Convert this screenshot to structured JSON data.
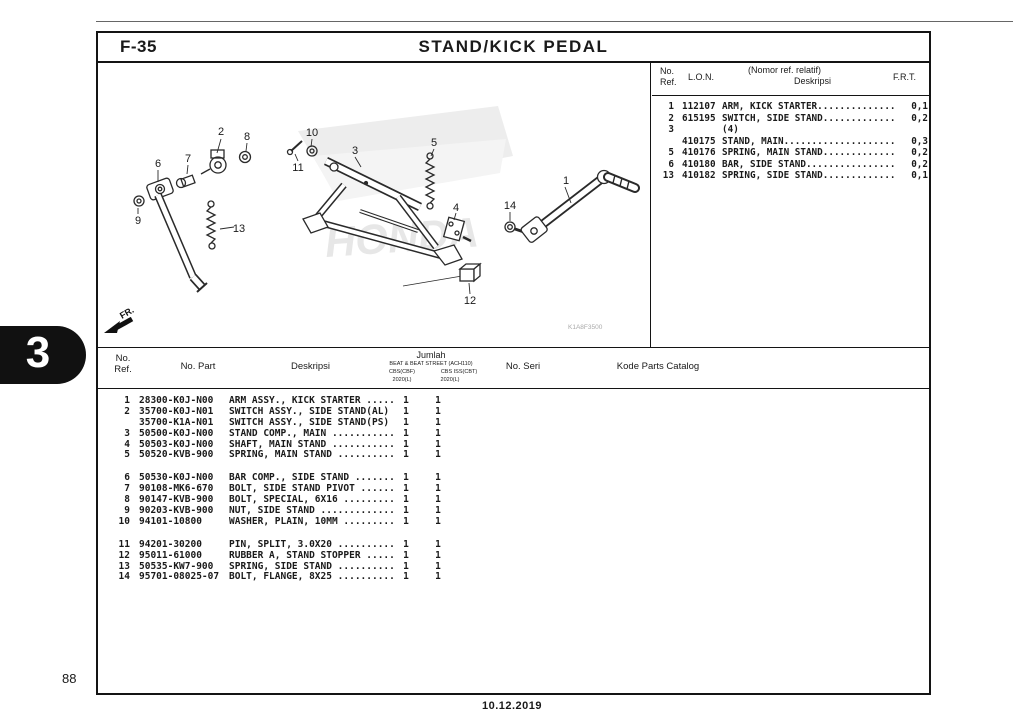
{
  "page": {
    "tab": "3",
    "number": "88",
    "date": "10.12.2019",
    "code": "F-35",
    "title": "STAND/KICK PEDAL",
    "diagram_code": "K1A8F3500",
    "fr": "FR."
  },
  "ref_panel": {
    "header": {
      "ref1": "No.",
      "ref2": "Ref.",
      "lon": "L.O.N.",
      "desc1": "(Nomor ref. relatif)",
      "desc2": "Deskripsi",
      "frt": "F.R.T."
    },
    "rows": [
      {
        "ref": "1",
        "lon": "112107",
        "desc": "ARM, KICK STARTER..............",
        "frt": "0,1"
      },
      {
        "ref": "2",
        "lon": "615195",
        "desc": "SWITCH, SIDE STAND.............",
        "frt": "0,2"
      },
      {
        "ref": "3",
        "lon": "",
        "desc": "(4)",
        "frt": ""
      },
      {
        "ref": "",
        "lon": "410175",
        "desc": "STAND, MAIN....................",
        "frt": "0,3"
      },
      {
        "ref": "5",
        "lon": "410176",
        "desc": "SPRING, MAIN STAND.............",
        "frt": "0,2"
      },
      {
        "ref": "6",
        "lon": "410180",
        "desc": "BAR, SIDE STAND................",
        "frt": "0,2"
      },
      {
        "ref": "13",
        "lon": "410182",
        "desc": "SPRING, SIDE STAND.............",
        "frt": "0,1"
      }
    ]
  },
  "parts_panel": {
    "header": {
      "ref1": "No.",
      "ref2": "Ref.",
      "part": "No. Part",
      "desc": "Deskripsi",
      "jumlah": "Jumlah",
      "jsub": "BEAT & BEAT STREET (ACH110)",
      "jcol1": "CBS(CBF)",
      "jcol2": "CBS ISS(CBT)",
      "jyear1": "2020(L)",
      "jyear2": "2020(L)",
      "seri": "No. Seri",
      "kode": "Kode Parts Catalog"
    },
    "groups": [
      [
        {
          "ref": "1",
          "part": "28300-K0J-N00",
          "desc": "ARM ASSY., KICK STARTER .....",
          "q1": "1",
          "q2": "1"
        },
        {
          "ref": "2",
          "part": "35700-K0J-N01",
          "desc": "SWITCH ASSY., SIDE STAND(AL)",
          "q1": "1",
          "q2": "1"
        },
        {
          "ref": "",
          "part": "35700-K1A-N01",
          "desc": "SWITCH ASSY., SIDE STAND(PS)",
          "q1": "1",
          "q2": "1"
        },
        {
          "ref": "3",
          "part": "50500-K0J-N00",
          "desc": "STAND COMP., MAIN ...........",
          "q1": "1",
          "q2": "1"
        },
        {
          "ref": "4",
          "part": "50503-K0J-N00",
          "desc": "SHAFT, MAIN STAND ...........",
          "q1": "1",
          "q2": "1"
        },
        {
          "ref": "5",
          "part": "50520-KVB-900",
          "desc": "SPRING, MAIN STAND ..........",
          "q1": "1",
          "q2": "1"
        }
      ],
      [
        {
          "ref": "6",
          "part": "50530-K0J-N00",
          "desc": "BAR COMP., SIDE STAND .......",
          "q1": "1",
          "q2": "1"
        },
        {
          "ref": "7",
          "part": "90108-MK6-670",
          "desc": "BOLT, SIDE STAND PIVOT ......",
          "q1": "1",
          "q2": "1"
        },
        {
          "ref": "8",
          "part": "90147-KVB-900",
          "desc": "BOLT, SPECIAL, 6X16 .........",
          "q1": "1",
          "q2": "1"
        },
        {
          "ref": "9",
          "part": "90203-KVB-900",
          "desc": "NUT, SIDE STAND .............",
          "q1": "1",
          "q2": "1"
        },
        {
          "ref": "10",
          "part": "94101-10800",
          "desc": "WASHER, PLAIN, 10MM .........",
          "q1": "1",
          "q2": "1"
        }
      ],
      [
        {
          "ref": "11",
          "part": "94201-30200",
          "desc": "PIN, SPLIT, 3.0X20 ..........",
          "q1": "1",
          "q2": "1"
        },
        {
          "ref": "12",
          "part": "95011-61000",
          "desc": "RUBBER A, STAND STOPPER .....",
          "q1": "1",
          "q2": "1"
        },
        {
          "ref": "13",
          "part": "50535-KW7-900",
          "desc": "SPRING, SIDE STAND ..........",
          "q1": "1",
          "q2": "1"
        },
        {
          "ref": "14",
          "part": "95701-08025-07",
          "desc": "BOLT, FLANGE, 8X25 ..........",
          "q1": "1",
          "q2": "1"
        }
      ]
    ]
  },
  "diagram": {
    "watermark": "HONDA",
    "callouts": [
      {
        "n": "1"
      },
      {
        "n": "2"
      },
      {
        "n": "3"
      },
      {
        "n": "4"
      },
      {
        "n": "5"
      },
      {
        "n": "6"
      },
      {
        "n": "7"
      },
      {
        "n": "8"
      },
      {
        "n": "9"
      },
      {
        "n": "10"
      },
      {
        "n": "11"
      },
      {
        "n": "12"
      },
      {
        "n": "13"
      },
      {
        "n": "14"
      }
    ]
  }
}
